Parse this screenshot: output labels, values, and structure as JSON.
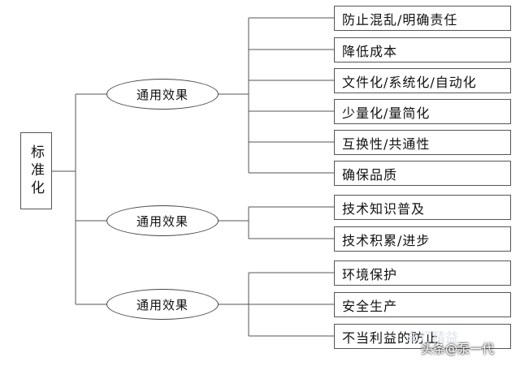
{
  "root_label": "标准化",
  "groups": [
    {
      "label": "通用效果",
      "items": [
        "防止混乱/明确责任",
        "降低成本",
        "文件化/系统化/自动化",
        "少量化/量简化",
        "互换性/共通性",
        "确保品质"
      ]
    },
    {
      "label": "通用效果",
      "items": [
        "技术知识普及",
        "技术积累/进步"
      ]
    },
    {
      "label": "通用效果",
      "items": [
        "环境保护",
        "安全生产",
        "不当利益的防止"
      ]
    }
  ],
  "watermarks": {
    "top_left": "",
    "center": "车灯精益",
    "credit": "头条@泵一代"
  },
  "colors": {
    "line": "#555555",
    "background": "#ffffff"
  }
}
